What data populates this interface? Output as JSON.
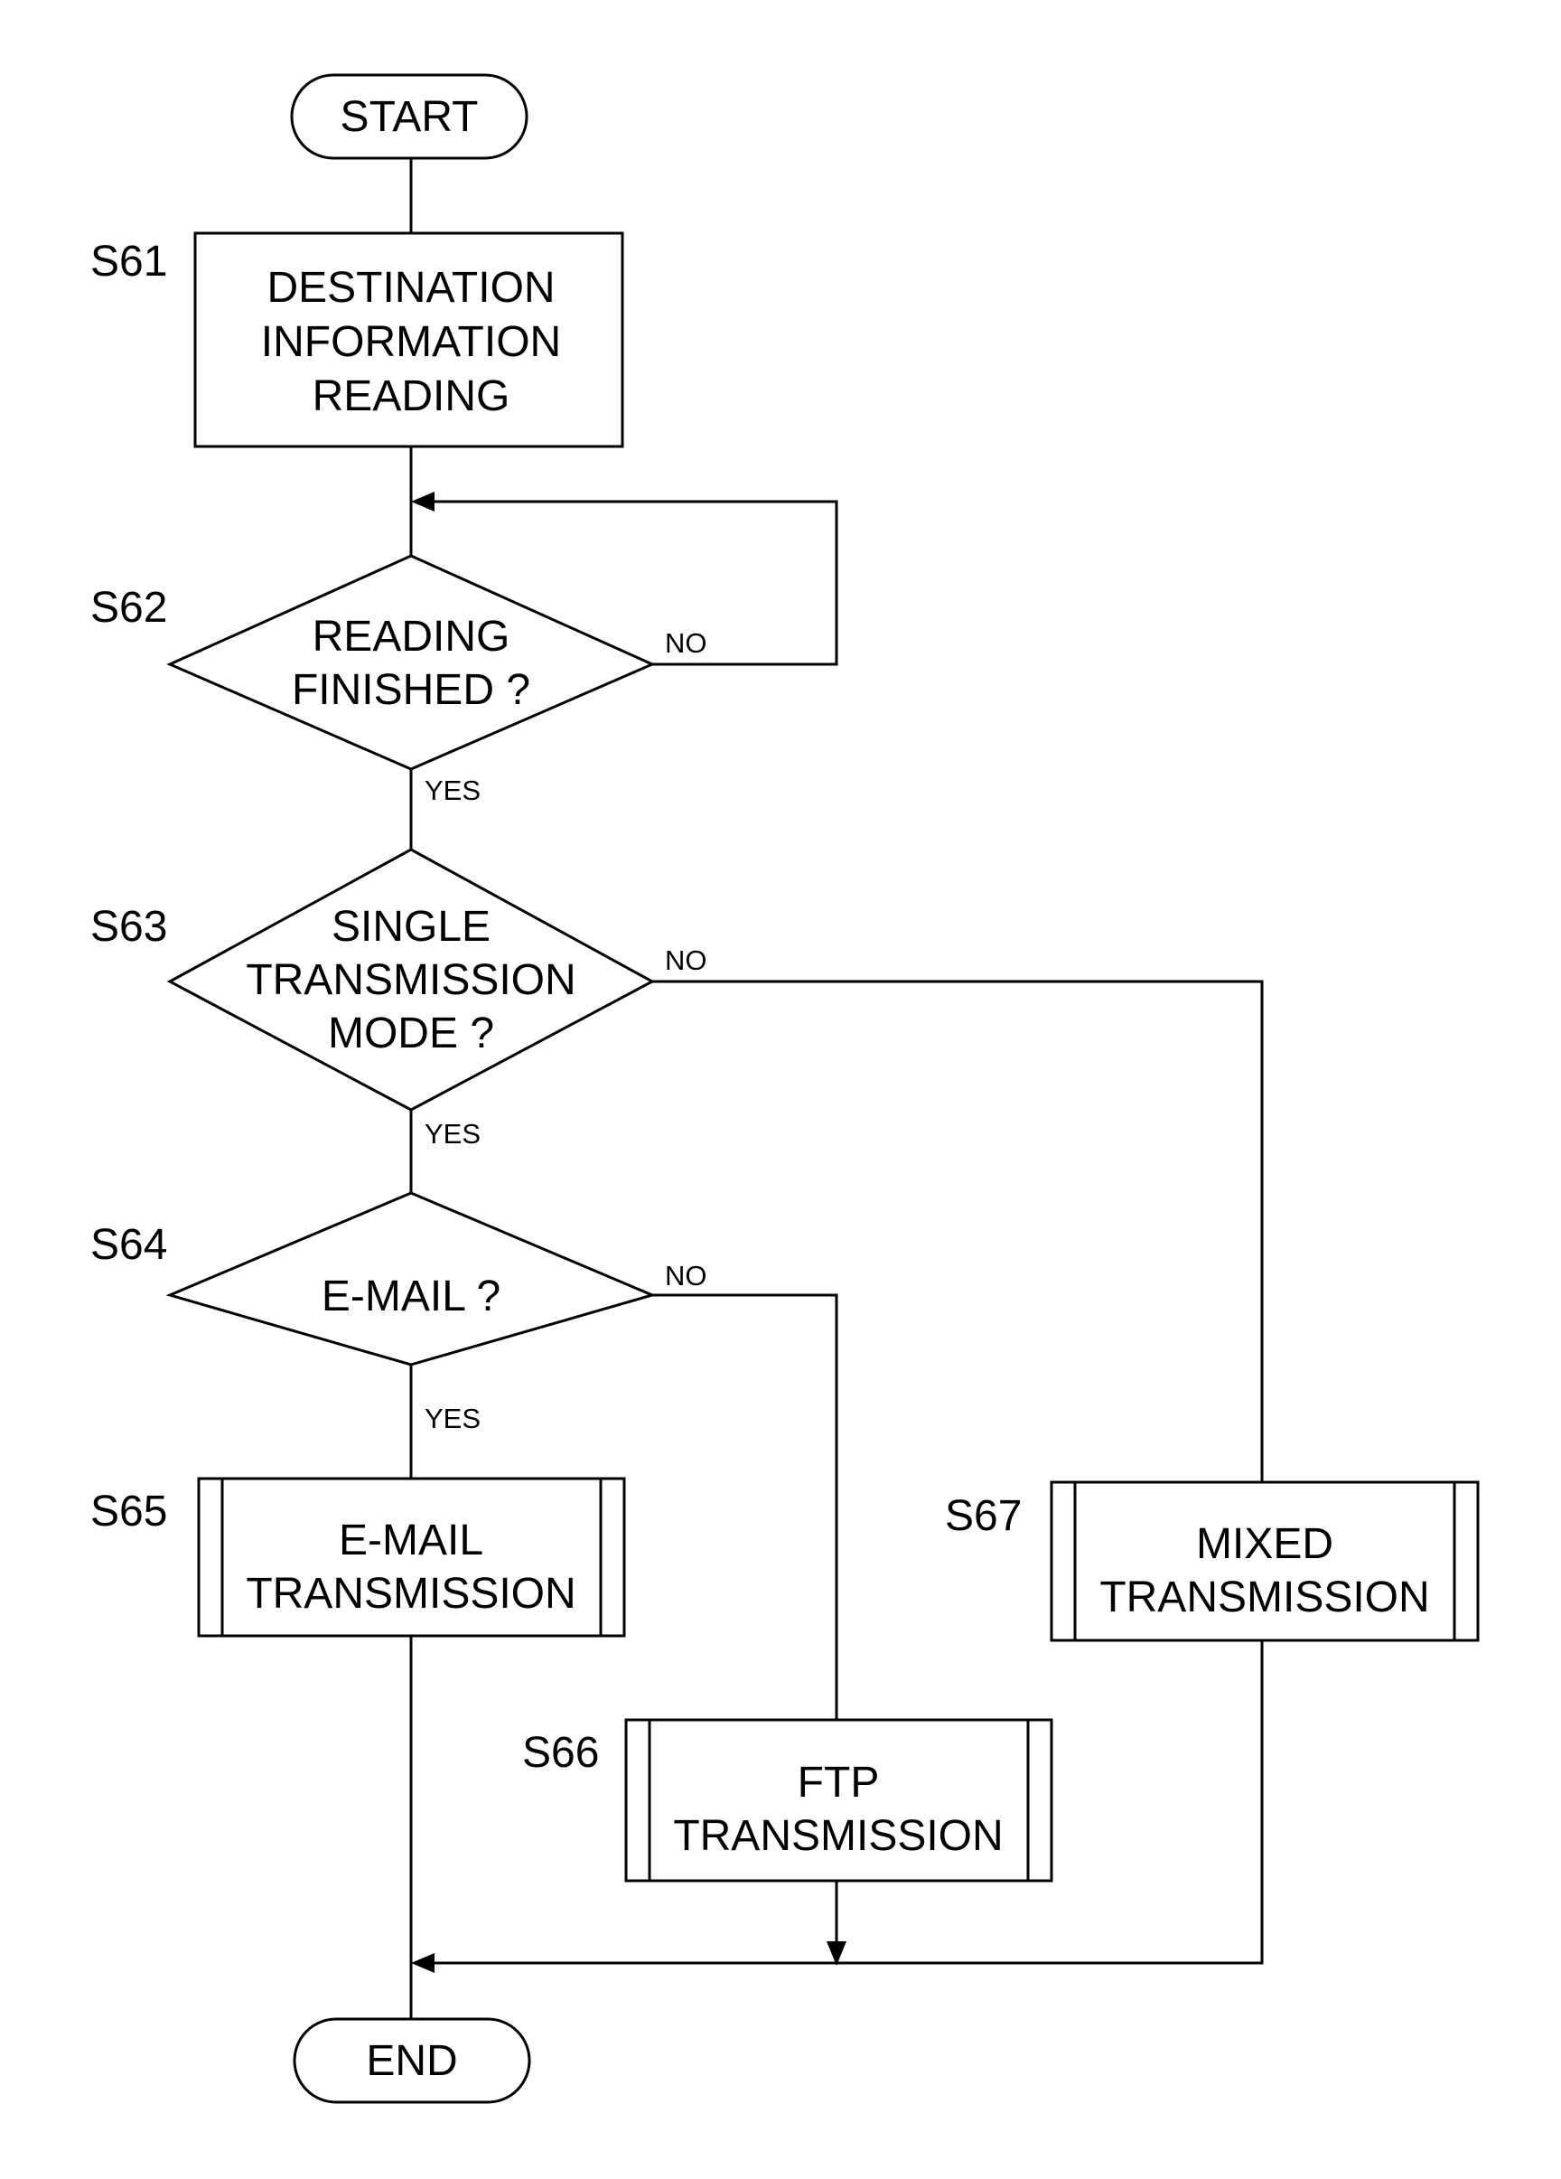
{
  "terminals": {
    "start": "START",
    "end": "END"
  },
  "steps": {
    "s61": {
      "id": "S61",
      "lines": [
        "DESTINATION",
        "INFORMATION",
        "READING"
      ]
    },
    "s62": {
      "id": "S62",
      "lines": [
        "READING",
        "FINISHED ?"
      ]
    },
    "s63": {
      "id": "S63",
      "lines": [
        "SINGLE",
        "TRANSMISSION",
        "MODE ?"
      ]
    },
    "s64": {
      "id": "S64",
      "lines": [
        "E-MAIL ?"
      ]
    },
    "s65": {
      "id": "S65",
      "lines": [
        "E-MAIL",
        "TRANSMISSION"
      ]
    },
    "s66": {
      "id": "S66",
      "lines": [
        "FTP",
        "TRANSMISSION"
      ]
    },
    "s67": {
      "id": "S67",
      "lines": [
        "MIXED",
        "TRANSMISSION"
      ]
    }
  },
  "branches": {
    "s62_no": "NO",
    "s62_yes": "YES",
    "s63_no": "NO",
    "s63_yes": "YES",
    "s64_no": "NO",
    "s64_yes": "YES"
  }
}
